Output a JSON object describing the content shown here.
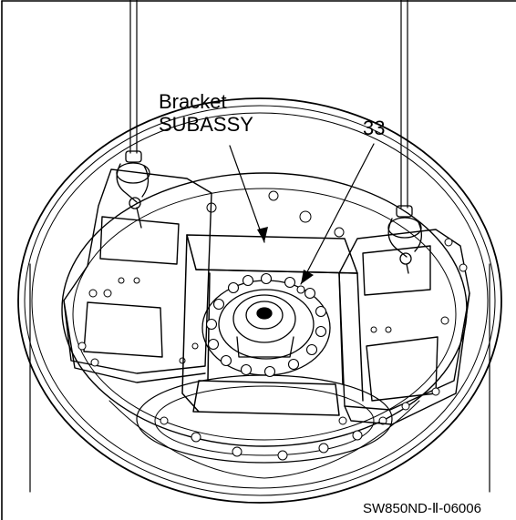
{
  "labels": {
    "bracket_line1": "Bracket",
    "bracket_line2": "SUBASSY",
    "part_number": "33",
    "figure_code": "SW850ND-Ⅱ-06006"
  },
  "colors": {
    "line": "#000000",
    "background": "#ffffff"
  }
}
